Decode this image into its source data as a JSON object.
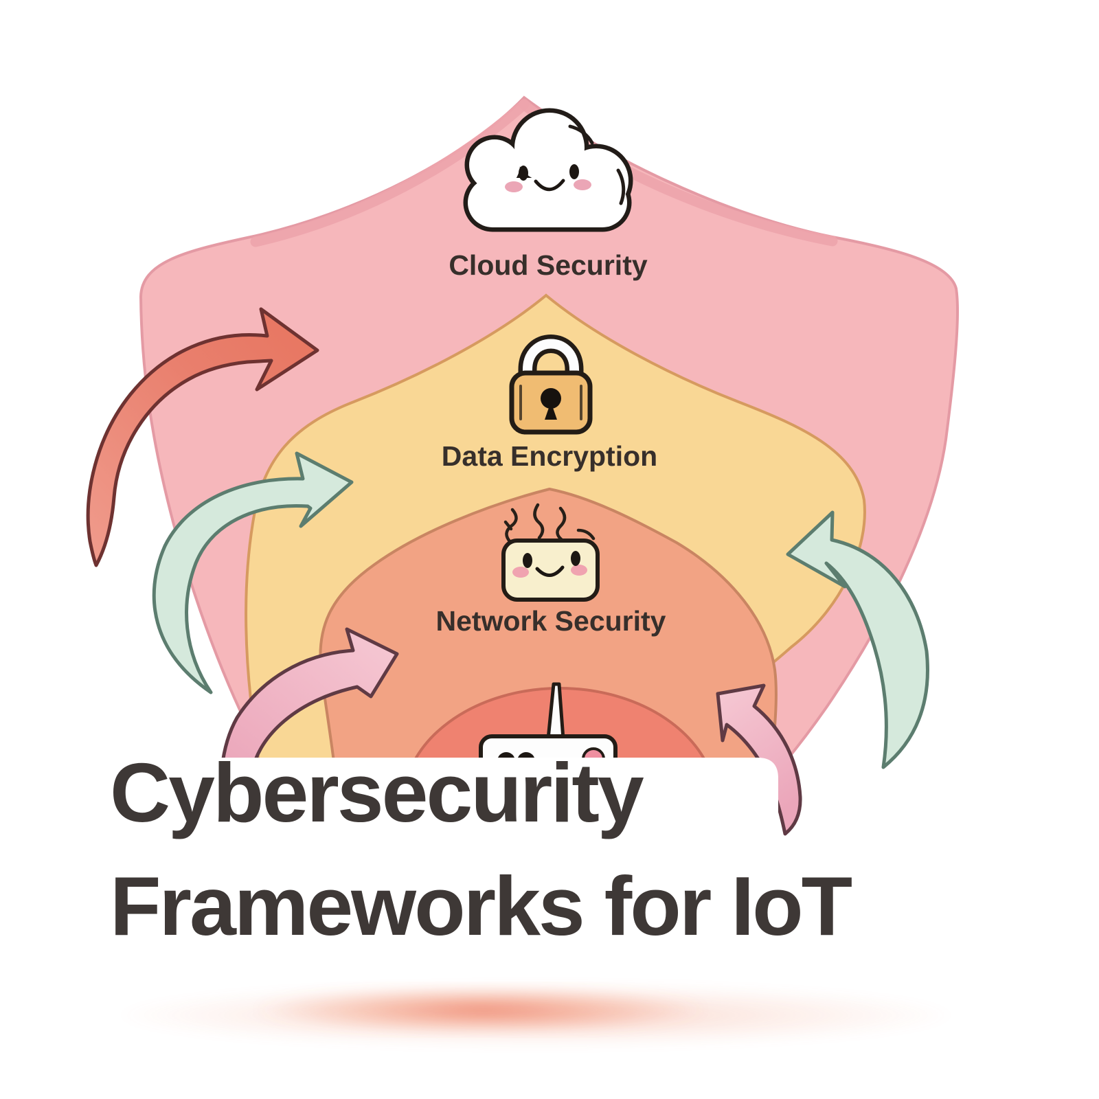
{
  "title": {
    "text": "Cybersecurity Frameworks for IoT",
    "color": "#3e3836"
  },
  "layers": [
    {
      "id": "cloud-security",
      "label": "Cloud Security",
      "fill": "#f6b7bb",
      "icon": "cloud-icon"
    },
    {
      "id": "data-encryption",
      "label": "Data Encryption",
      "fill": "#f9d795",
      "icon": "padlock-icon"
    },
    {
      "id": "network-security",
      "label": "Network Security",
      "fill": "#f2a384",
      "icon": "network-device-icon"
    },
    {
      "id": "device-core",
      "fill": "#ef8270",
      "icon": "router-icon"
    }
  ],
  "arrows": [
    {
      "id": "red-arrow-left",
      "fill": "#e97f6d",
      "outline": "#6e3231"
    },
    {
      "id": "teal-arrow-left",
      "fill": "#d5e9dc",
      "outline": "#5c7d6f"
    },
    {
      "id": "teal-arrow-right",
      "fill": "#d5e9dc",
      "outline": "#5c7d6f"
    },
    {
      "id": "pink-arrow-left",
      "fill": "#f3bcca",
      "outline": "#5f3a44"
    },
    {
      "id": "pink-arrow-right",
      "fill": "#f3bcca",
      "outline": "#5f3a44"
    }
  ],
  "colors": {
    "background": "#ffffff",
    "shield_outline": "#e49aa4",
    "shield_top_band": "#eda4ac",
    "yellow_outline": "#d69a5f",
    "orange_outline": "#c98562",
    "red_core_outline": "#c96b59",
    "label_text": "#372f2b",
    "glow": "#e85f3d"
  }
}
